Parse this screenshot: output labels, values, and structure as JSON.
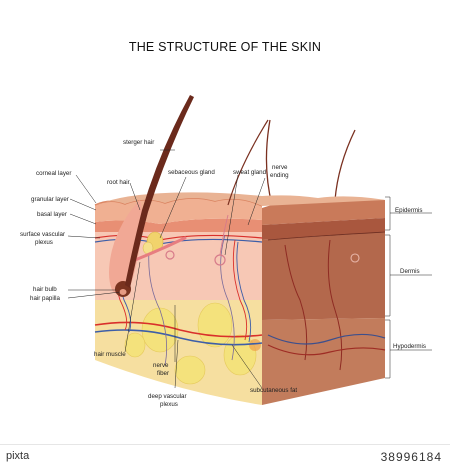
{
  "title": "THE STRUCTURE OF THE SKIN",
  "labels": {
    "sterger_hair": "sterger hair",
    "root_hair": "root hair",
    "sebaceous_gland": "sebaceous gland",
    "sweat_gland": "sweat gland",
    "nerve_ending_1": "nerve",
    "nerve_ending_2": "ending",
    "corneal_layer": "corneal layer",
    "granular_layer": "granular layer",
    "basal_layer": "basal layer",
    "surface_vascular_1": "surface vascular",
    "surface_vascular_2": "plexus",
    "hair_bulb": "hair bulb",
    "hair_papilla": "hair papilla",
    "hair_muscle": "hair muscle",
    "nerve_fiber_1": "nerve",
    "nerve_fiber_2": "fiber",
    "deep_vascular_1": "deep vascular",
    "deep_vascular_2": "plexus",
    "subcutaneous_fat": "subcutaneous fat",
    "epidermis": "Epidermis",
    "dermis": "Dermis",
    "hypodermis": "Hypodermis"
  },
  "footer": {
    "logo": "pixta",
    "id": "38996184"
  },
  "colors": {
    "epidermis": "#e8a27f",
    "dermis": "#f6c9b5",
    "hypodermis": "#f7e3a3",
    "fat": "#f3e07a",
    "hair": "#6b2a1c",
    "artery": "#d9302b",
    "vein": "#3d5ea8",
    "side_block": "#b56d52"
  }
}
